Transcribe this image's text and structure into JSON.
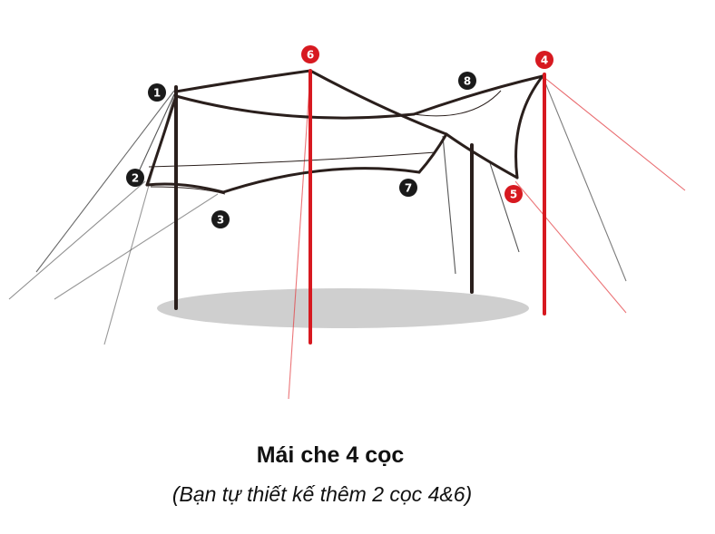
{
  "colors": {
    "pole_black": "#2a1f1c",
    "pole_red": "#d71920",
    "guy_black": "#3a3a3a",
    "guy_red": "#e23a3f",
    "shadow": "#c8c8c8"
  },
  "markers": [
    {
      "id": "1",
      "color": "black",
      "label": "1"
    },
    {
      "id": "2",
      "color": "black",
      "label": "2"
    },
    {
      "id": "3",
      "color": "black",
      "label": "3"
    },
    {
      "id": "4",
      "color": "red",
      "label": "4"
    },
    {
      "id": "5",
      "color": "red",
      "label": "5"
    },
    {
      "id": "6",
      "color": "red",
      "label": "6"
    },
    {
      "id": "7",
      "color": "black",
      "label": "7"
    },
    {
      "id": "8",
      "color": "black",
      "label": "8"
    }
  ],
  "caption": {
    "title": "Mái che 4 cọc",
    "subtitle": "(Bạn tự thiết kế thêm 2 cọc 4&6)"
  }
}
